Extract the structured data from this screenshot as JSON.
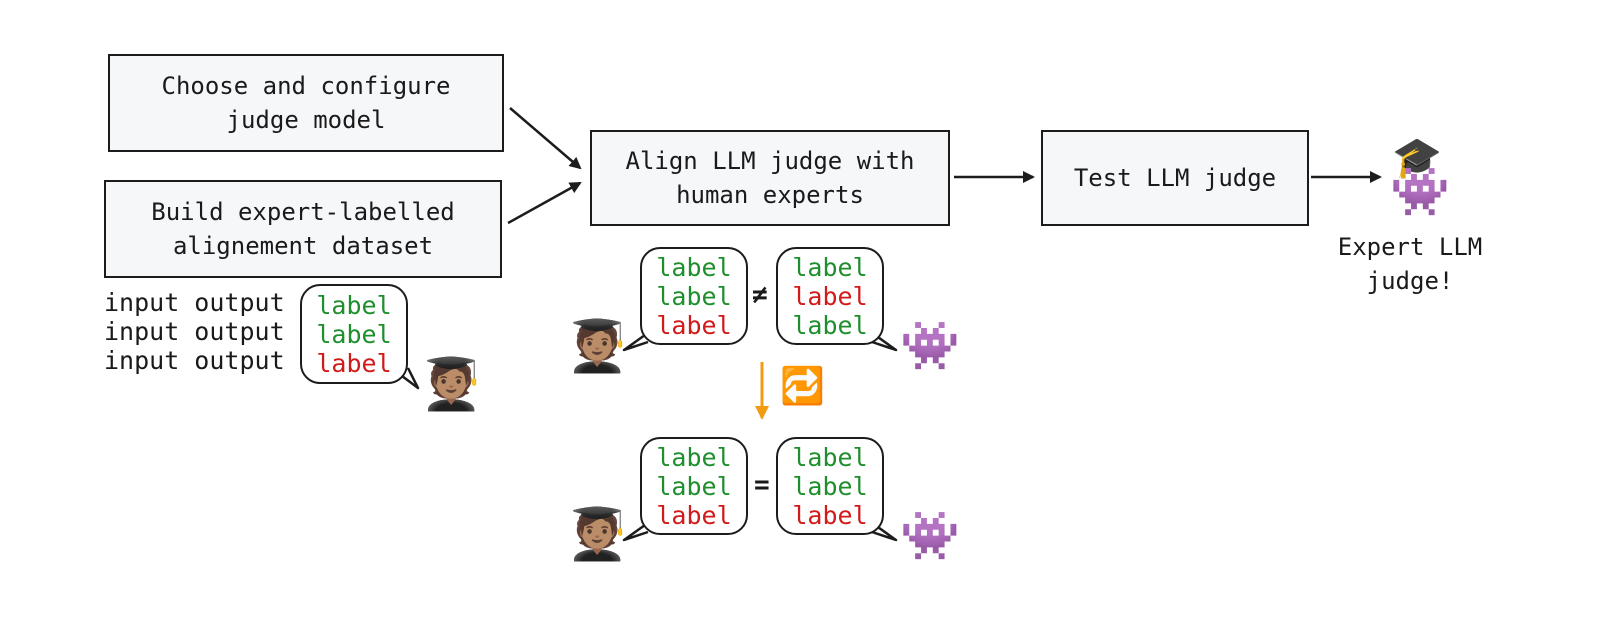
{
  "steps": {
    "choose": "Choose and configure\njudge model",
    "build": "Build expert-labelled\nalignement dataset",
    "align": "Align LLM judge with\nhuman experts",
    "test": "Test LLM judge"
  },
  "dataset_rows": [
    {
      "text": "input output",
      "label": "label",
      "status": "green"
    },
    {
      "text": "input output",
      "label": "label",
      "status": "green"
    },
    {
      "text": "input output",
      "label": "label",
      "status": "red"
    }
  ],
  "before_alignment": {
    "human_labels": [
      {
        "label": "label",
        "status": "green"
      },
      {
        "label": "label",
        "status": "green"
      },
      {
        "label": "label",
        "status": "red"
      }
    ],
    "relation": "≠",
    "llm_labels": [
      {
        "label": "label",
        "status": "green"
      },
      {
        "label": "label",
        "status": "red"
      },
      {
        "label": "label",
        "status": "green"
      }
    ]
  },
  "after_alignment": {
    "human_labels": [
      {
        "label": "label",
        "status": "green"
      },
      {
        "label": "label",
        "status": "green"
      },
      {
        "label": "label",
        "status": "red"
      }
    ],
    "relation": "=",
    "llm_labels": [
      {
        "label": "label",
        "status": "green"
      },
      {
        "label": "label",
        "status": "green"
      },
      {
        "label": "label",
        "status": "red"
      }
    ]
  },
  "result_caption": "Expert LLM\njudge!",
  "icons": {
    "expert": "student-emoji",
    "llm": "alien-monster-emoji",
    "repeat": "repeat-emoji",
    "grad_cap": "graduation-cap-emoji"
  },
  "colors": {
    "green": "#1f8f2e",
    "red": "#d11a1a",
    "box_fill": "#f6f7f9",
    "loop_arrow": "#f39c12",
    "alien": "#9b4fc2"
  }
}
